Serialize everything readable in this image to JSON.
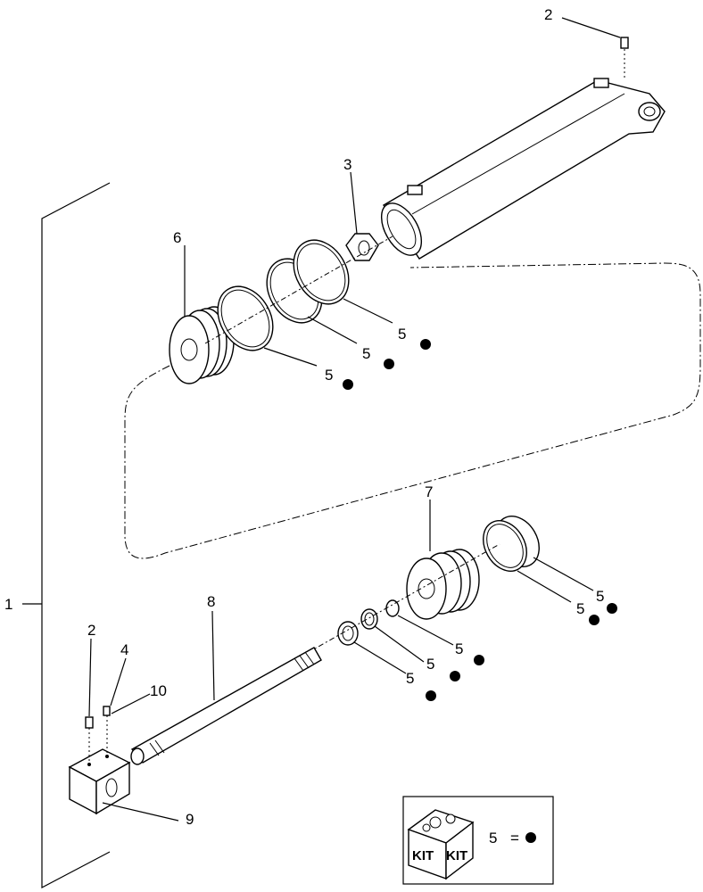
{
  "diagram": {
    "callouts": {
      "assembly": "1",
      "fitting_top": "2",
      "nut": "3",
      "gland": "6",
      "seal_a": "5",
      "seal_b": "5",
      "seal_c": "5",
      "piston": "7",
      "seal_d": "5",
      "seal_e": "5",
      "rod": "8",
      "fitting_bottom": "2",
      "plug": "4",
      "washer": "10",
      "seal_f": "5",
      "seal_g": "5",
      "seal_h": "5",
      "clevis": "9"
    },
    "legend": {
      "kit_word_1": "KIT",
      "kit_word_2": "KIT",
      "ref_number": "5",
      "equals": "="
    }
  }
}
